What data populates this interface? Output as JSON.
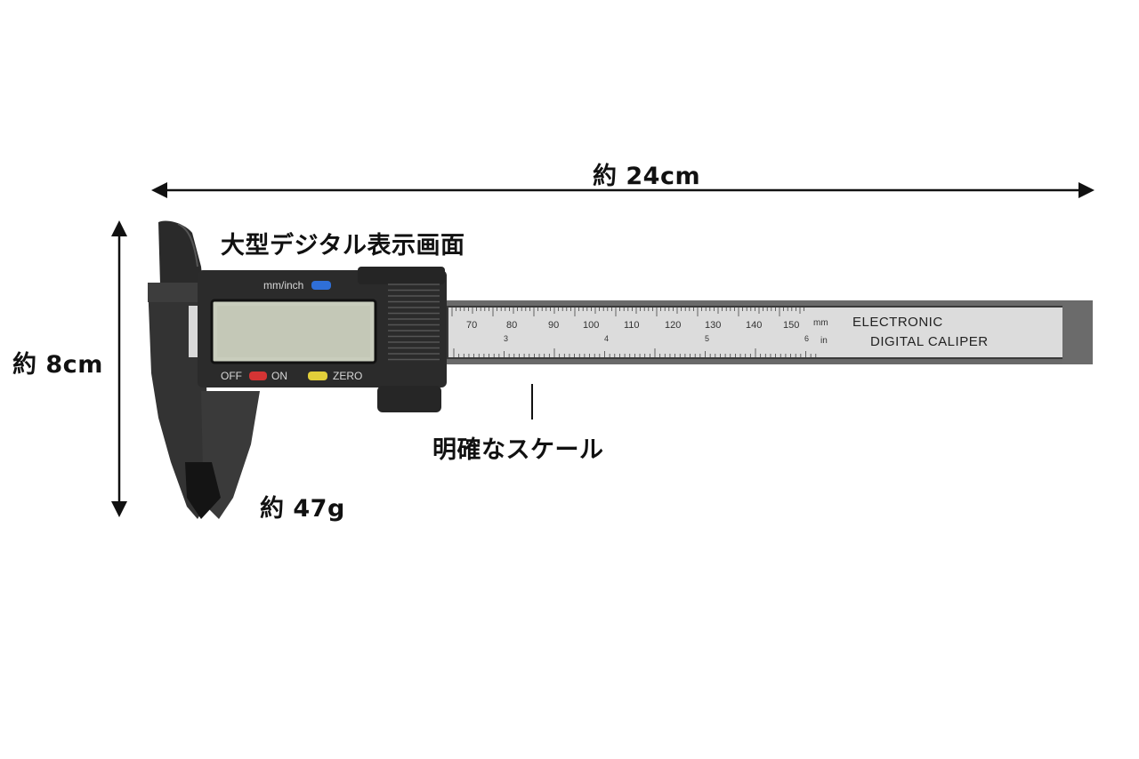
{
  "dimensions": {
    "width_label": "約 24cm",
    "height_label": "約 8cm",
    "weight_label": "約 47g"
  },
  "callouts": {
    "display": "大型デジタル表示画面",
    "scale": "明確なスケール"
  },
  "caliper": {
    "mode_button": "mm/inch",
    "off_label": "OFF",
    "on_label": "ON",
    "zero_label": "ZERO",
    "mm_unit": "mm",
    "in_unit": "in",
    "brand_line1": "ELECTRONIC",
    "brand_line2": "DIGITAL CALIPER",
    "mm_ticks": [
      "70",
      "80",
      "90",
      "100",
      "110",
      "120",
      "130",
      "140",
      "150"
    ],
    "inch_ticks": [
      "3",
      "4",
      "5",
      "6"
    ]
  },
  "colors": {
    "body": "#2f2f2f",
    "lcd": "#c9cdbd",
    "scale": "#dcdcdc",
    "off_button": "#d43434",
    "zero_button": "#e2cf3a",
    "mode_button": "#2f6fd8"
  }
}
